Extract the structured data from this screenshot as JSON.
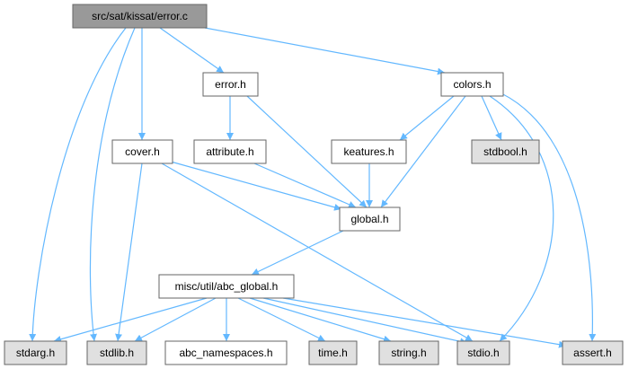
{
  "diagram": {
    "type": "include-dependency-graph",
    "colors": {
      "edge": "#63b8ff",
      "root_fill": "#999999",
      "local_fill": "#ffffff",
      "system_fill": "#e0e0e0",
      "border": "#666666"
    },
    "nodes": [
      {
        "id": "root",
        "label": "src/sat/kissat/error.c",
        "kind": "root"
      },
      {
        "id": "error_h",
        "label": "error.h",
        "kind": "local"
      },
      {
        "id": "colors_h",
        "label": "colors.h",
        "kind": "local"
      },
      {
        "id": "cover_h",
        "label": "cover.h",
        "kind": "local"
      },
      {
        "id": "attribute_h",
        "label": "attribute.h",
        "kind": "local"
      },
      {
        "id": "keatures_h",
        "label": "keatures.h",
        "kind": "local"
      },
      {
        "id": "stdbool_h",
        "label": "stdbool.h",
        "kind": "system"
      },
      {
        "id": "global_h",
        "label": "global.h",
        "kind": "local"
      },
      {
        "id": "abc_global_h",
        "label": "misc/util/abc_global.h",
        "kind": "local"
      },
      {
        "id": "stdarg_h",
        "label": "stdarg.h",
        "kind": "system"
      },
      {
        "id": "stdlib_h",
        "label": "stdlib.h",
        "kind": "system"
      },
      {
        "id": "abc_namespaces_h",
        "label": "abc_namespaces.h",
        "kind": "local"
      },
      {
        "id": "time_h",
        "label": "time.h",
        "kind": "system"
      },
      {
        "id": "string_h",
        "label": "string.h",
        "kind": "system"
      },
      {
        "id": "stdio_h",
        "label": "stdio.h",
        "kind": "system"
      },
      {
        "id": "assert_h",
        "label": "assert.h",
        "kind": "system"
      }
    ],
    "edges": [
      {
        "from": "root",
        "to": "error_h"
      },
      {
        "from": "root",
        "to": "colors_h"
      },
      {
        "from": "root",
        "to": "cover_h"
      },
      {
        "from": "root",
        "to": "stdarg_h"
      },
      {
        "from": "root",
        "to": "stdlib_h"
      },
      {
        "from": "error_h",
        "to": "attribute_h"
      },
      {
        "from": "error_h",
        "to": "global_h"
      },
      {
        "from": "colors_h",
        "to": "keatures_h"
      },
      {
        "from": "colors_h",
        "to": "stdbool_h"
      },
      {
        "from": "colors_h",
        "to": "global_h"
      },
      {
        "from": "colors_h",
        "to": "stdio_h"
      },
      {
        "from": "colors_h",
        "to": "assert_h"
      },
      {
        "from": "cover_h",
        "to": "global_h"
      },
      {
        "from": "cover_h",
        "to": "stdlib_h"
      },
      {
        "from": "cover_h",
        "to": "stdio_h"
      },
      {
        "from": "attribute_h",
        "to": "global_h"
      },
      {
        "from": "keatures_h",
        "to": "global_h"
      },
      {
        "from": "global_h",
        "to": "abc_global_h"
      },
      {
        "from": "abc_global_h",
        "to": "stdarg_h"
      },
      {
        "from": "abc_global_h",
        "to": "stdlib_h"
      },
      {
        "from": "abc_global_h",
        "to": "abc_namespaces_h"
      },
      {
        "from": "abc_global_h",
        "to": "time_h"
      },
      {
        "from": "abc_global_h",
        "to": "string_h"
      },
      {
        "from": "abc_global_h",
        "to": "stdio_h"
      },
      {
        "from": "abc_global_h",
        "to": "assert_h"
      }
    ]
  }
}
